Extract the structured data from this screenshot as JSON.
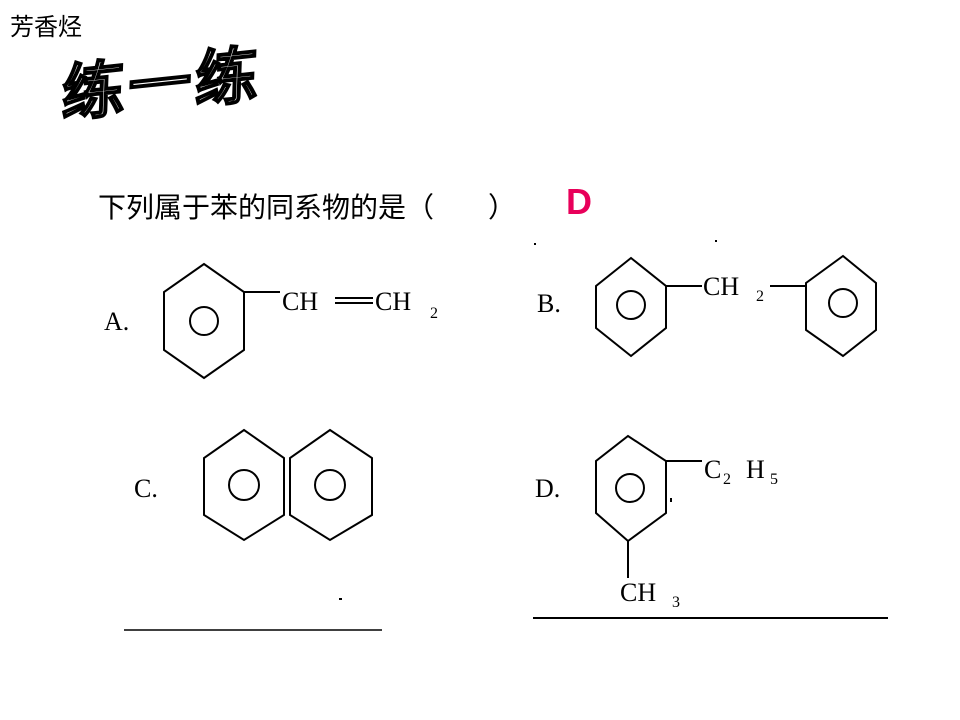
{
  "header": {
    "topic": "芳香烃"
  },
  "banner": {
    "title": "练一练"
  },
  "question": {
    "text": "下列属于苯的同系物的是（",
    "close": "）",
    "answer": "D"
  },
  "options": [
    {
      "label": "A.",
      "formula": [
        "CH",
        "CH",
        "2"
      ]
    },
    {
      "label": "B.",
      "formula": [
        "CH",
        "2"
      ]
    },
    {
      "label": "C."
    },
    {
      "label": "D.",
      "formula": [
        "C",
        "2",
        "H",
        "5",
        "CH",
        "3"
      ]
    }
  ],
  "colors": {
    "answer": "#e8005a",
    "ink": "#000000"
  }
}
